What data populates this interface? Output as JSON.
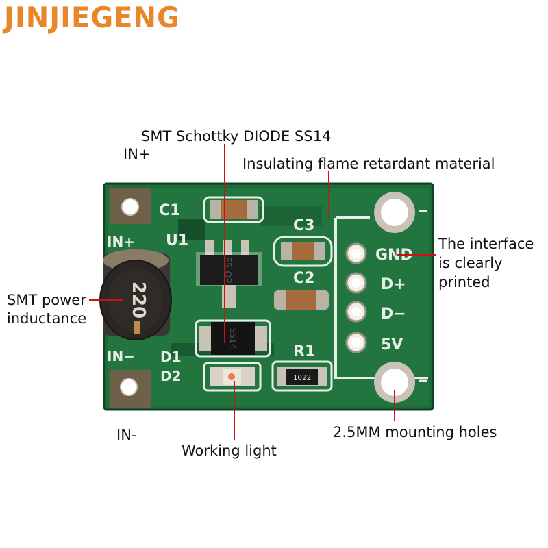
{
  "brand": "JINJIEGENG",
  "callouts": {
    "schottky": "SMT Schottky DIODE SS14",
    "in_plus": "IN+",
    "insulating": "Insulating flame retardant material",
    "interface_l1": "The interface",
    "interface_l2": "is clearly",
    "interface_l3": "printed",
    "inductance_l1": "SMT power",
    "inductance_l2": "inductance",
    "in_minus": "IN-",
    "working_light": "Working light",
    "mounting_holes": "2.5MM mounting holes"
  },
  "silkscreen": {
    "c1": "C1",
    "in_plus": "IN+",
    "u1": "U1",
    "c3": "C3",
    "c2": "C2",
    "gnd": "GND",
    "d_plus": "D+",
    "d_minus": "D−",
    "v5": "5V",
    "in_minus": "IN−",
    "d1": "D1",
    "d2": "D2",
    "r1": "R1"
  },
  "components": {
    "inductor_marking": "220",
    "regulator_marking": "E5 OP",
    "diode_marking": "SS14",
    "resistor_marking": "1022"
  },
  "colors": {
    "brand": "#e8862a",
    "pcb": "#1f6b38",
    "callout_line": "#cc1111"
  }
}
